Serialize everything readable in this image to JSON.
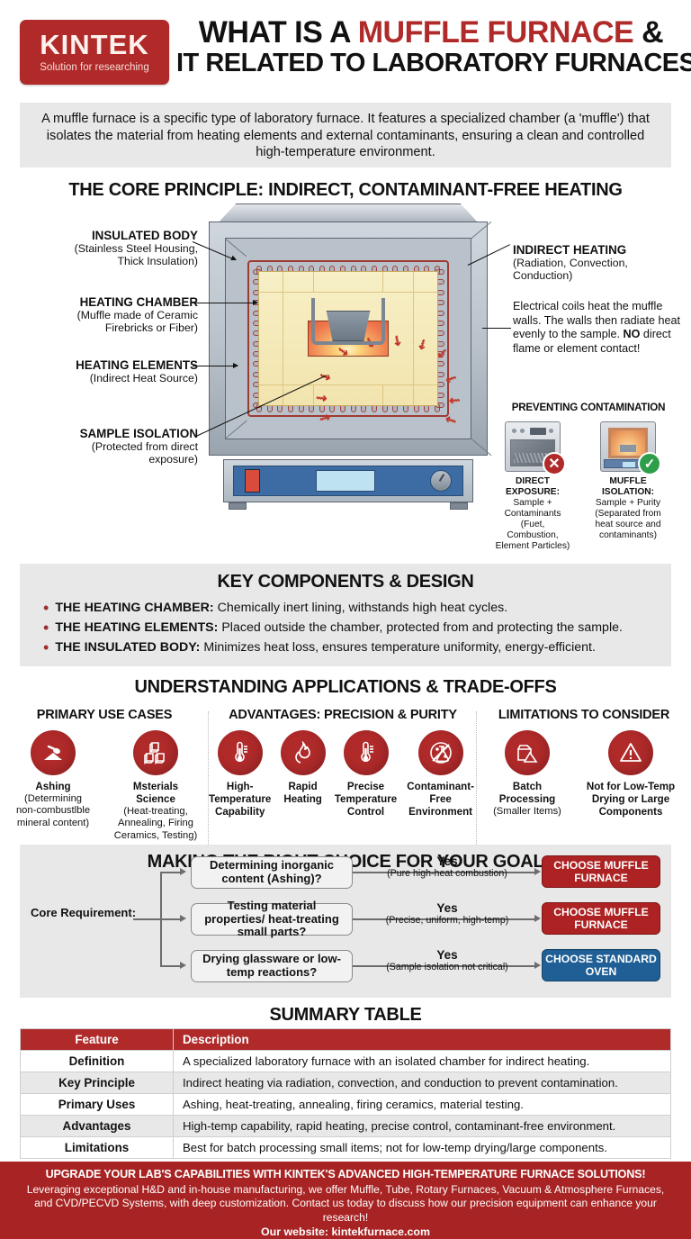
{
  "brand": {
    "name": "KINTEK",
    "tagline": "Solution for researching"
  },
  "header": {
    "title_line1_a": "WHAT IS A ",
    "title_line1_red": "MUFFLE FURNACE",
    "title_line1_b": " &",
    "title_line2": "IT RELATED TO LABORATORY FURNACES?"
  },
  "intro": "A muffle furnace is a specific type of laboratory furnace. It features a specialized chamber (a 'muffle') that isolates the material from heating elements and external contaminants, ensuring a clean and controlled high-temperature environment.",
  "diagram": {
    "heading": "THE CORE PRINCIPLE: INDIRECT, CONTAMINANT-FREE HEATING",
    "left_labels": [
      {
        "title": "INSULATED BODY",
        "sub": "(Stainless Steel Housing,\nThick Insulation)"
      },
      {
        "title": "HEATING CHAMBER",
        "sub": "(Muffle made of Ceramic\nFirebricks or Fiber)"
      },
      {
        "title": "HEATING ELEMENTS",
        "sub": "(Indirect Heat Source)"
      },
      {
        "title": "SAMPLE ISOLATION",
        "sub": "(Protected from direct\nexposure)"
      }
    ],
    "right_label": {
      "title": "INDIRECT HEATING",
      "sub": "(Radiation, Convection,\nConduction)"
    },
    "right_paragraph_a": "Electrical coils heat the muffle walls. The walls then radiate heat evenly to the sample. ",
    "right_paragraph_no": "NO",
    "right_paragraph_b": " direct flame or element contact!",
    "prevent_heading": "PREVENTING CONTAMINATION",
    "compare": [
      {
        "icon": "standard-oven-icon",
        "badge": "x",
        "title": "DIRECT EXPOSURE:",
        "body": "Sample + Contaminants\n(Fuet, Combustion,\nElement Particles)"
      },
      {
        "icon": "muffle-furnace-icon",
        "badge": "check",
        "title": "MUFFLE ISOLATION:",
        "body": "Sample + Purity\n(Separated from\nheat source and\ncontaminants)"
      }
    ]
  },
  "key_components": {
    "heading": "KEY COMPONENTS & DESIGN",
    "items": [
      {
        "bold": "THE HEATING CHAMBER:",
        "text": "Chemically inert lining, withstands high heat cycles."
      },
      {
        "bold": "THE HEATING ELEMENTS:",
        "text": "Placed outside the chamber, protected from and protecting the sample."
      },
      {
        "bold": "THE INSULATED BODY:",
        "text": "Minimizes heat loss, ensures temperature uniformity, energy-efficient."
      }
    ]
  },
  "applications": {
    "heading": "UNDERSTANDING APPLICATIONS & TRADE-OFFS",
    "groups": [
      {
        "title": "PRIMARY USE CASES",
        "items": [
          {
            "icon": "ashing-icon",
            "label": "Ashing",
            "sub": "(Determining\nnon-combustlble\nmineral content)"
          },
          {
            "icon": "material-cubes-icon",
            "label": "Msterials Science",
            "sub": "(Heat-treating,\nAnnealing, Firing\nCeramics, Testing)"
          }
        ]
      },
      {
        "title": "ADVANTAGES: PRECISION & PURITY",
        "items": [
          {
            "icon": "thermometer-icon",
            "label": "High-Temperature\nCapability",
            "sub": ""
          },
          {
            "icon": "flame-icon",
            "label": "Rapid\nHeating",
            "sub": ""
          },
          {
            "icon": "thermometer-icon",
            "label": "Precise\nTemperature\nControl",
            "sub": ""
          },
          {
            "icon": "no-contaminant-flask-icon",
            "label": "Contaminant-Free\nEnvironment",
            "sub": ""
          }
        ]
      },
      {
        "title": "LIMITATIONS TO CONSIDER",
        "items": [
          {
            "icon": "batch-tray-icon",
            "label": "Batch\nProcessing",
            "sub": "(Smaller Items)"
          },
          {
            "icon": "warning-triangle-icon",
            "label": "Not for Low-Temp\nDrying or Large\nComponents",
            "sub": ""
          }
        ]
      }
    ]
  },
  "flow": {
    "heading": "MAKING THE RIGHT CHOICE FOR YOUR GOAL",
    "root_label": "Core Requirement:",
    "rows": [
      {
        "question": "Determining inorganic content (Ashing)?",
        "yes": "Yes",
        "note": "(Pure high-heat combustion)",
        "outcome": "CHOOSE MUFFLE FURNACE",
        "color": "red"
      },
      {
        "question": "Testing material properties/ heat-treating small parts?",
        "yes": "Yes",
        "note": "(Precise, uniform, high-temp)",
        "outcome": "CHOOSE MUFFLE FURNACE",
        "color": "red"
      },
      {
        "question": "Drying glassware or low-temp reactions?",
        "yes": "Yes",
        "note": "(Sample isolation not critical)",
        "outcome": "CHOOSE STANDARD OVEN",
        "color": "blue"
      }
    ]
  },
  "summary": {
    "heading": "SUMMARY TABLE",
    "columns": [
      "Feature",
      "Description"
    ],
    "rows": [
      {
        "feature": "Definition",
        "description": "A specialized laboratory furnace with an isolated chamber for indirect heating."
      },
      {
        "feature": "Key Principle",
        "description": "Indirect heating via radiation, convection, and conduction to prevent contamination."
      },
      {
        "feature": "Primary Uses",
        "description": "Ashing, heat-treating, annealing, firing ceramics, material testing."
      },
      {
        "feature": "Advantages",
        "description": "High-temp capability, rapid heating, precise control, contaminant-free environment."
      },
      {
        "feature": "Limitations",
        "description": "Best for batch processing small items; not for low-temp drying/large components."
      }
    ]
  },
  "footer": {
    "headline": "UPGRADE YOUR LAB'S CAPABILITIES WITH KINTEK'S ADVANCED HIGH-TEMPERATURE FURNACE SOLUTIONS!",
    "body": "Leveraging exceptional H&D and in-house manufacturing, we offer Muffle, Tube, Rotary Furnaces, Vacuum & Atmosphere Furnaces, and CVD/PECVD Systems, with deep customization. Contact us today to discuss how our precision equipment can enhance your research!",
    "website": "Our website: kintekfurnace.com"
  },
  "colors": {
    "brand_red": "#b02a2a",
    "deep_red": "#ad2222",
    "blue": "#1f5f96",
    "panel_gray": "#e8e8e8"
  }
}
